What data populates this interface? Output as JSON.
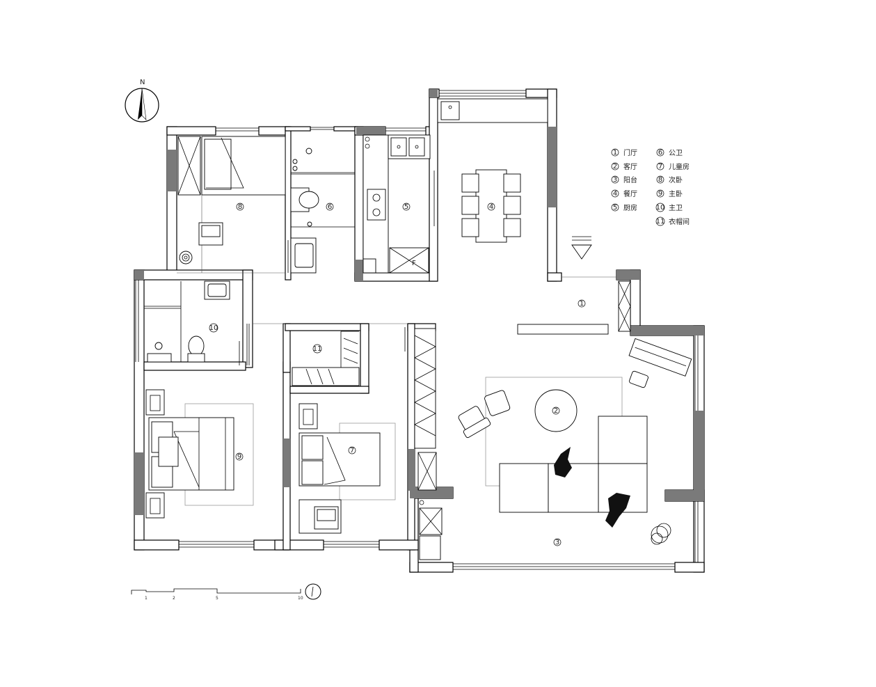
{
  "compass": {
    "north_label": "N"
  },
  "rooms": [
    {
      "num": "1",
      "name": "门厅"
    },
    {
      "num": "2",
      "name": "客厅"
    },
    {
      "num": "3",
      "name": "阳台"
    },
    {
      "num": "4",
      "name": "餐厅"
    },
    {
      "num": "5",
      "name": "厨房"
    },
    {
      "num": "6",
      "name": "公卫"
    },
    {
      "num": "7",
      "name": "儿童房"
    },
    {
      "num": "8",
      "name": "次卧"
    },
    {
      "num": "9",
      "name": "主卧"
    },
    {
      "num": "10",
      "name": "主卫"
    },
    {
      "num": "11",
      "name": "衣帽间"
    }
  ],
  "scale_bar": {
    "ticks": [
      "1",
      "2",
      "5",
      "10"
    ]
  },
  "fridge_mark": "F"
}
